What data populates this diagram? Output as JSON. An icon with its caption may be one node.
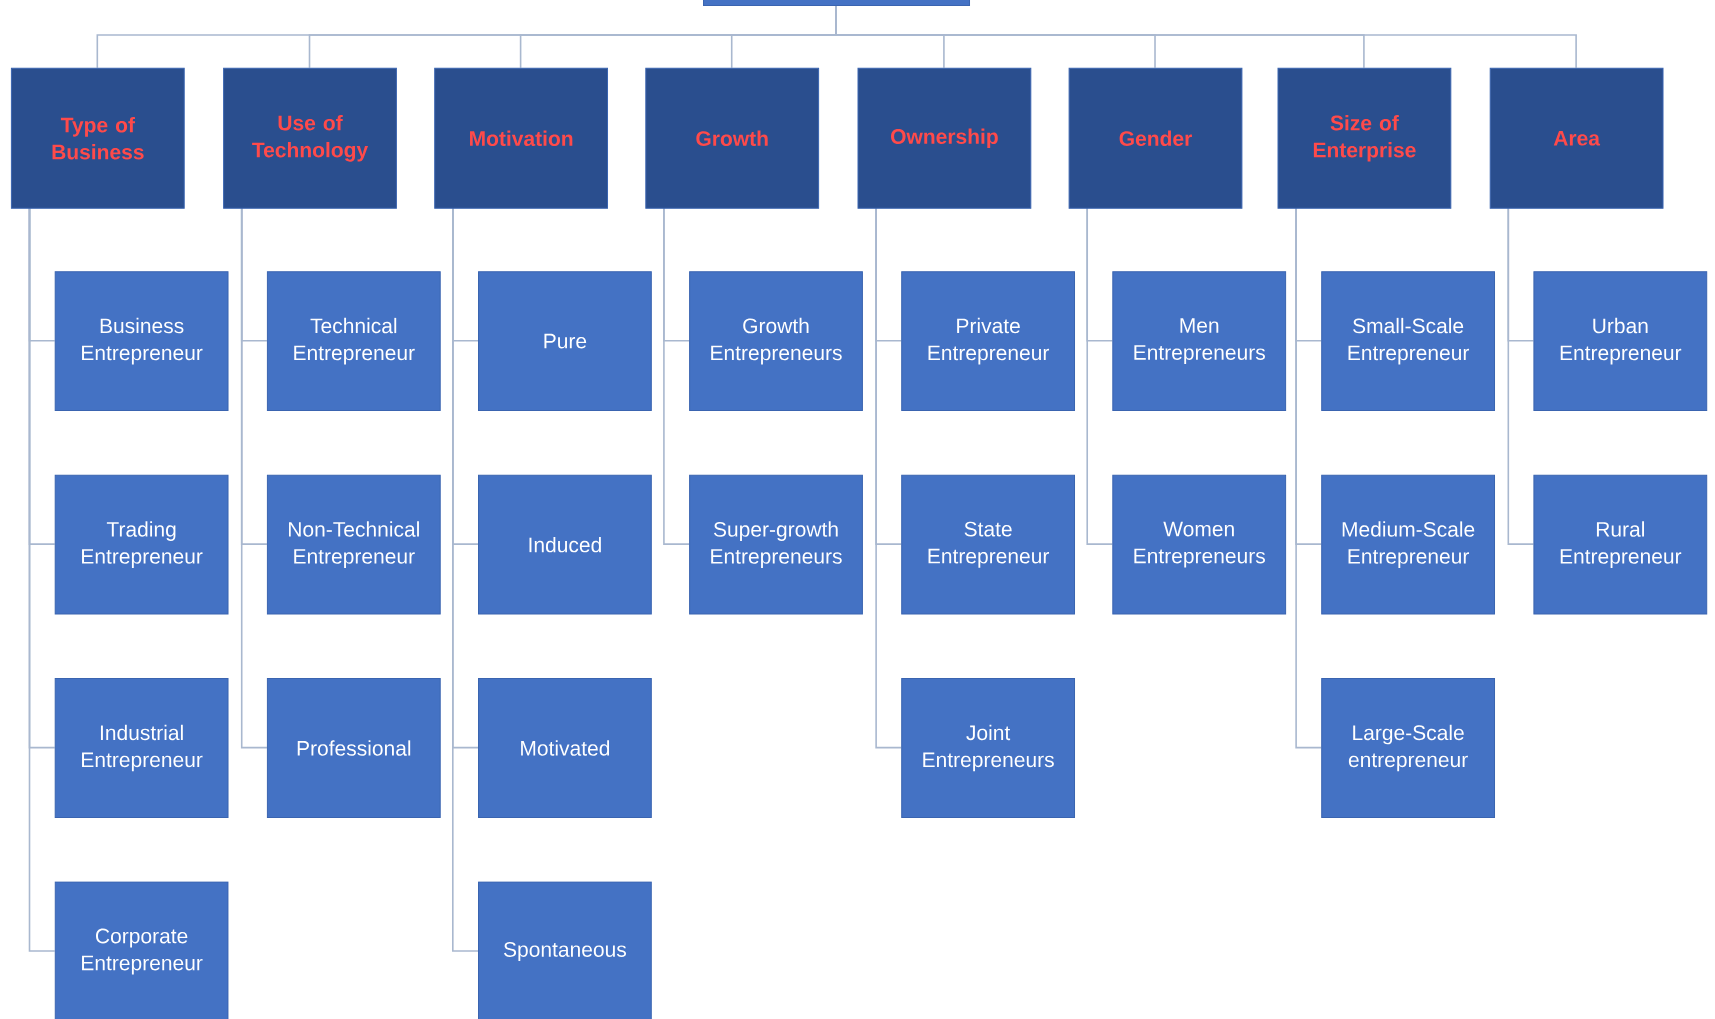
{
  "diagram": {
    "nodes": [
      {
        "text": [],
        "shape": "box"
      },
      {
        "text": [
          "Type of Business"
        ]
      },
      {
        "text": [
          "Use of Technology"
        ]
      },
      {
        "text": [
          "Motivation"
        ]
      },
      {
        "text": [
          "Growth"
        ]
      },
      {
        "text": [
          "Ownership"
        ]
      },
      {
        "text": [
          "Gender"
        ]
      },
      {
        "text": [
          "Size of Enterprise"
        ]
      },
      {
        "text": [
          "Area"
        ]
      },
      {
        "text": [
          "Business Entrepreneur"
        ]
      },
      {
        "text": [
          "Trading Entrepreneur"
        ]
      },
      {
        "text": [
          "Industrial Entrepreneur"
        ]
      },
      {
        "text": [
          "Corporate Entrepreneur"
        ]
      },
      {
        "text": [
          "Technical Entrepreneur"
        ]
      },
      {
        "text": [
          "Non-Technical Entrepreneur"
        ]
      },
      {
        "text": [
          "Professional"
        ]
      },
      {
        "text": [
          "Pure"
        ]
      },
      {
        "text": [
          "Induced"
        ]
      },
      {
        "text": [
          "Motivated"
        ]
      },
      {
        "text": [
          "Spontaneous"
        ]
      },
      {
        "text": [
          "Growth Entrepreneurs"
        ]
      },
      {
        "text": [
          "Super-growth Entrepreneurs"
        ]
      },
      {
        "text": [
          "Private Entrepreneur"
        ]
      },
      {
        "text": [
          "State Entrepreneur"
        ]
      },
      {
        "text": [
          "Joint Entrepreneurs"
        ]
      },
      {
        "text": [
          "Men Entrepreneurs"
        ]
      },
      {
        "text": [
          "Women Entrepreneurs"
        ]
      },
      {
        "text": [
          "Small-Scale Entrepreneur"
        ]
      },
      {
        "text": [
          "Medium-Scale Entrepreneur"
        ]
      },
      {
        "text": [
          "Large-Scale entrepreneur"
        ]
      },
      {
        "text": [
          "Urban Entrepreneur"
        ]
      },
      {
        "text": [
          "Rural Entrepreneur"
        ]
      }
    ],
    "edges": [
      {
        "from": 0,
        "to": 1,
        "arrow": "none"
      },
      {
        "from": 0,
        "to": 2,
        "arrow": "none"
      },
      {
        "from": 0,
        "to": 3,
        "arrow": "none"
      },
      {
        "from": 0,
        "to": 4,
        "arrow": "none"
      },
      {
        "from": 0,
        "to": 5,
        "arrow": "none"
      },
      {
        "from": 0,
        "to": 6,
        "arrow": "none"
      },
      {
        "from": 0,
        "to": 7,
        "arrow": "none"
      },
      {
        "from": 0,
        "to": 8,
        "arrow": "none"
      },
      {
        "from": 1,
        "to": 9,
        "arrow": "none"
      },
      {
        "from": 1,
        "to": 10,
        "arrow": "none"
      },
      {
        "from": 1,
        "to": 11,
        "arrow": "none"
      },
      {
        "from": 1,
        "to": 12,
        "arrow": "none"
      },
      {
        "from": 2,
        "to": 13,
        "arrow": "none"
      },
      {
        "from": 2,
        "to": 14,
        "arrow": "none"
      },
      {
        "from": 2,
        "to": 15,
        "arrow": "none"
      },
      {
        "from": 3,
        "to": 16,
        "arrow": "none"
      },
      {
        "from": 3,
        "to": 17,
        "arrow": "none"
      },
      {
        "from": 3,
        "to": 18,
        "arrow": "none"
      },
      {
        "from": 3,
        "to": 19,
        "arrow": "none"
      },
      {
        "from": 4,
        "to": 20,
        "arrow": "none"
      },
      {
        "from": 4,
        "to": 21,
        "arrow": "none"
      },
      {
        "from": 5,
        "to": 22,
        "arrow": "none"
      },
      {
        "from": 5,
        "to": 23,
        "arrow": "none"
      },
      {
        "from": 5,
        "to": 24,
        "arrow": "none"
      },
      {
        "from": 6,
        "to": 25,
        "arrow": "none"
      },
      {
        "from": 6,
        "to": 26,
        "arrow": "none"
      },
      {
        "from": 7,
        "to": 27,
        "arrow": "none"
      },
      {
        "from": 7,
        "to": 28,
        "arrow": "none"
      },
      {
        "from": 7,
        "to": 29,
        "arrow": "none"
      },
      {
        "from": 8,
        "to": 30,
        "arrow": "none"
      },
      {
        "from": 8,
        "to": 31,
        "arrow": "none"
      }
    ]
  }
}
